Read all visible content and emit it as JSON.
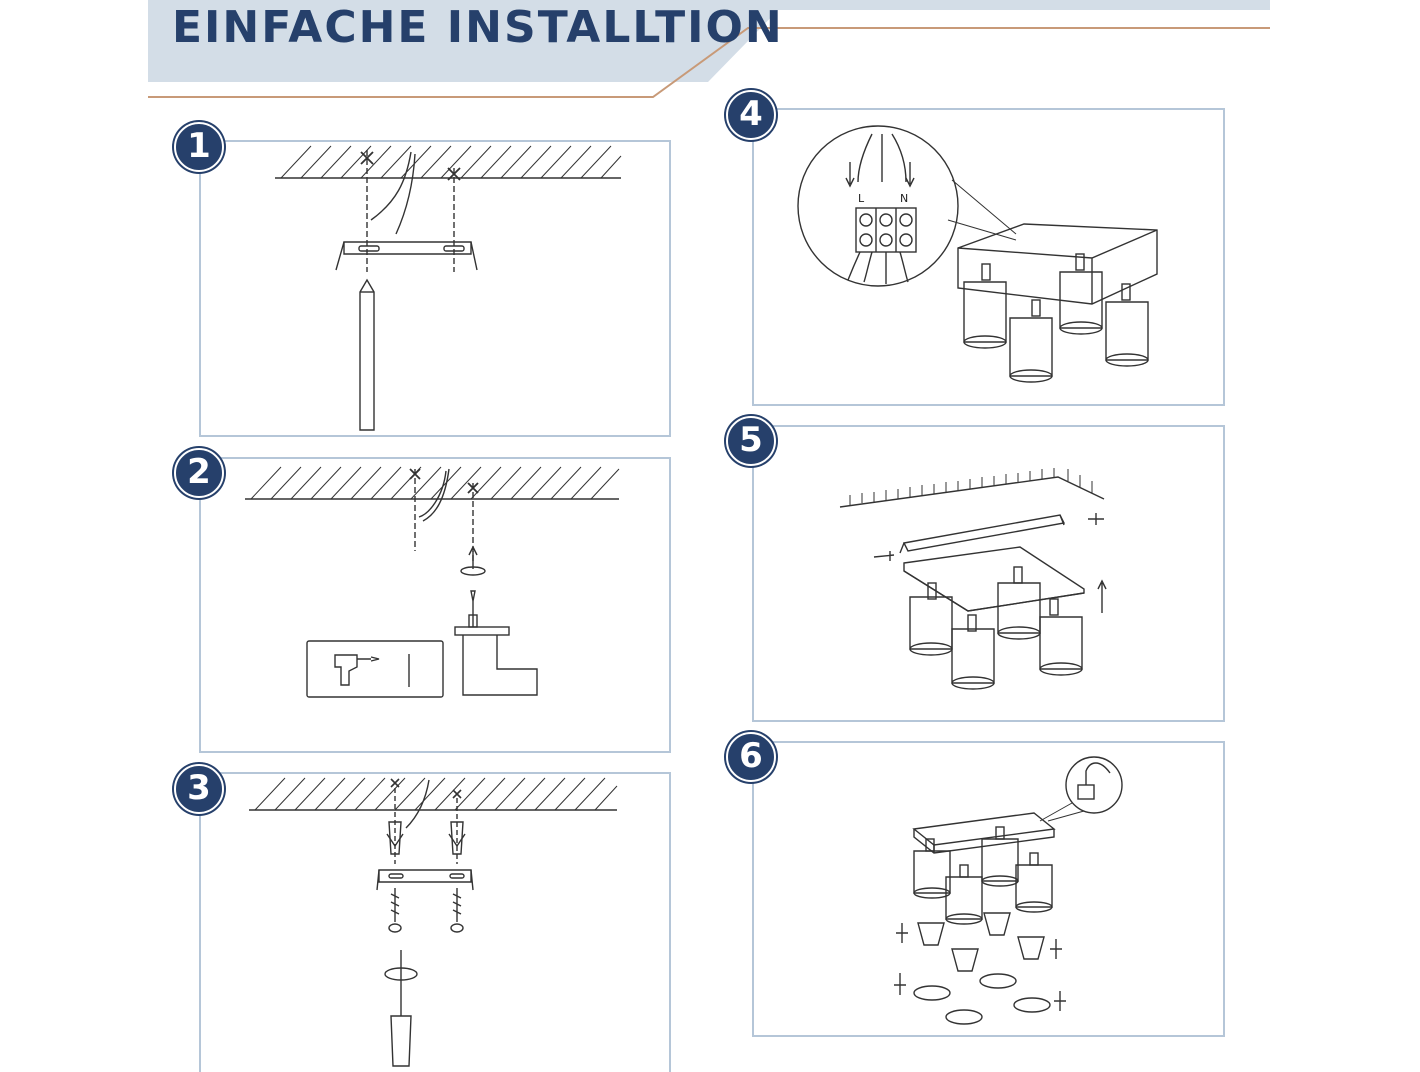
{
  "title": "EINFACHE INSTALLTION",
  "colors": {
    "navy": "#26406b",
    "banner": "#d3dde7",
    "accent": "#c89a78",
    "frame": "#b5c6d8"
  },
  "steps": [
    {
      "number": "1"
    },
    {
      "number": "2"
    },
    {
      "number": "3"
    },
    {
      "number": "4",
      "terminal_labels": [
        "L",
        "N"
      ]
    },
    {
      "number": "5"
    },
    {
      "number": "6"
    }
  ]
}
